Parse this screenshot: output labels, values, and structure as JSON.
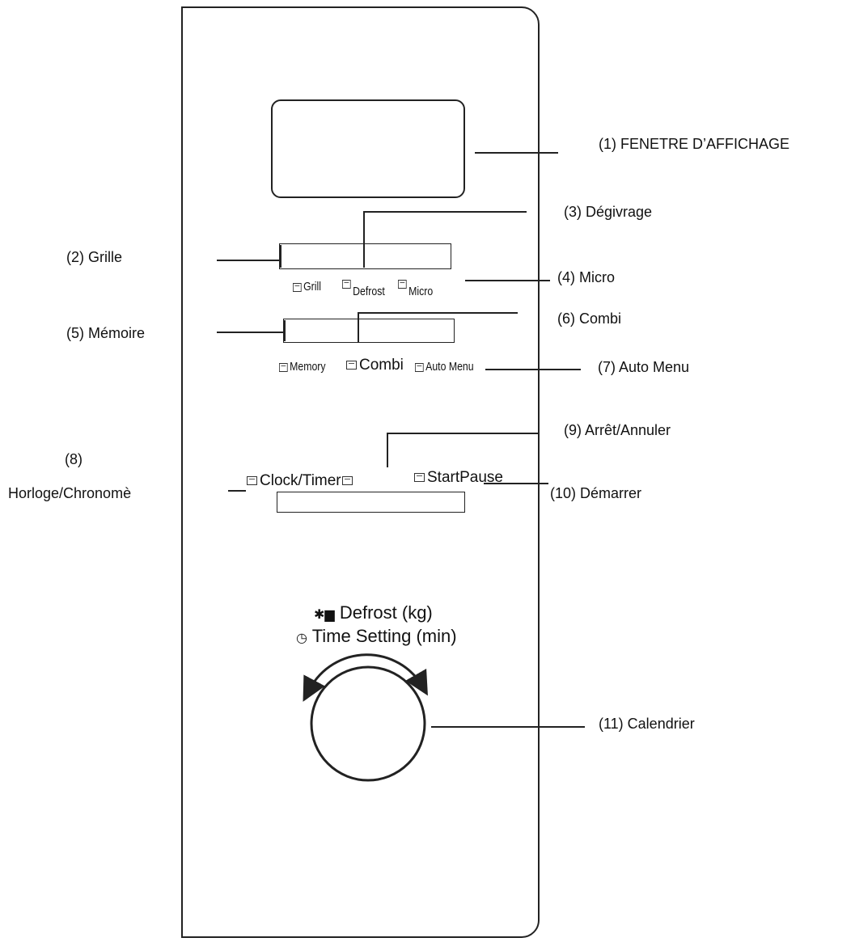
{
  "callouts": {
    "c1": "(1) FENETRE D’AFFICHAGE",
    "c2": "(2) Grille",
    "c3": "(3) Dégivrage",
    "c4": "(4) Micro",
    "c5": "(5) Mémoire",
    "c6": "(6) Combi",
    "c7": "(7) Auto Menu",
    "c8_num": "(8)",
    "c8_text": "Horloge/Chronomè",
    "c9": "(9) Arrêt/Annuler",
    "c10": "(10) Démarrer",
    "c11": "(11) Calendrier"
  },
  "panel": {
    "row1": {
      "grill": "Grill",
      "defrost": "Defrost",
      "micro": "Micro"
    },
    "row2": {
      "memory": "Memory",
      "combi": "Combi",
      "auto_menu": "Auto Menu"
    },
    "row3": {
      "clock_timer": "Clock/Timer",
      "start_pause": "StartPause"
    },
    "knob": {
      "line1": "Defrost (kg)",
      "line2": "Time Setting (min)"
    }
  },
  "icons": {
    "grill": "grill-icon",
    "defrost": "defrost-icon",
    "micro": "micro-icon",
    "memory": "memory-icon",
    "combi": "combi-icon",
    "auto_menu": "auto-menu-icon",
    "clock": "clock-icon",
    "stop": "stop-icon",
    "start": "start-icon",
    "defrost_kg": "defrost-weight-icon",
    "time_setting": "timer-icon",
    "rotation": "rotation-arrow-icon"
  }
}
